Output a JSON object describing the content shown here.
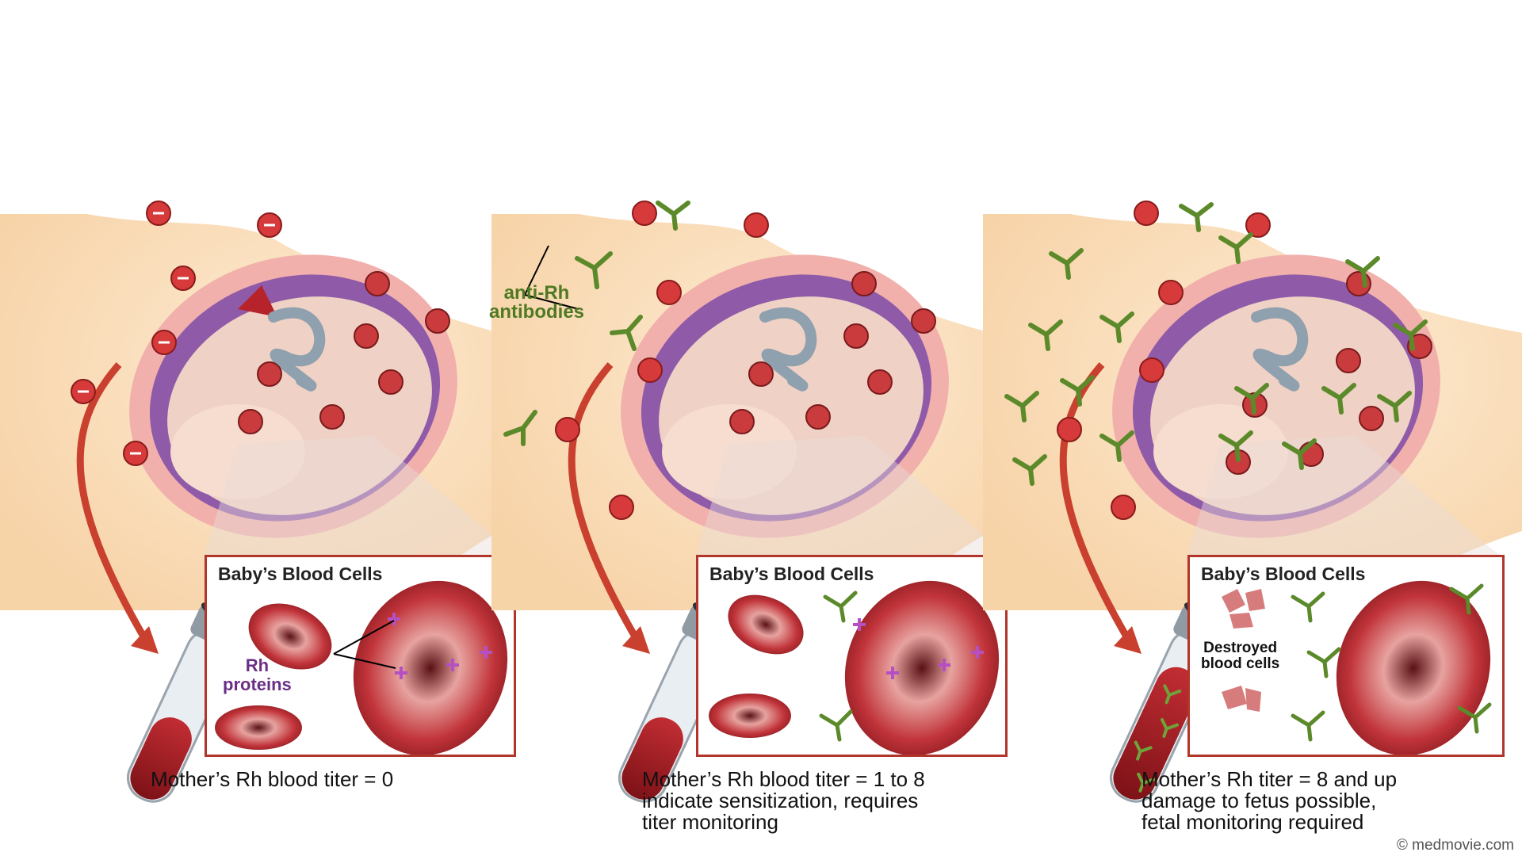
{
  "panels": [
    {
      "inset_title": "Baby’s Blood Cells",
      "caption": "Mother’s Rh blood titer = 0",
      "label": "Rh\nproteins"
    },
    {
      "inset_title": "Baby’s Blood Cells",
      "caption": "Mother’s Rh blood titer = 1 to 8\nindicate sensitization, requires\ntiter monitoring",
      "label": "anti-Rh\nantibodies"
    },
    {
      "inset_title": "Baby’s Blood Cells",
      "caption": "Mother’s Rh titer = 8 and up\ndamage to fetus possible,\nfetal monitoring required",
      "label": "Destroyed\nblood cells"
    }
  ],
  "credit": "© medmovie.com",
  "colors": {
    "skin": "#fbe4c4",
    "uterus": "#f3b6b1",
    "amnion": "#8a5aa6",
    "rbc": "#b3262c",
    "antibody": "#5c8a2a",
    "rh_protein": "#b44fc4"
  }
}
